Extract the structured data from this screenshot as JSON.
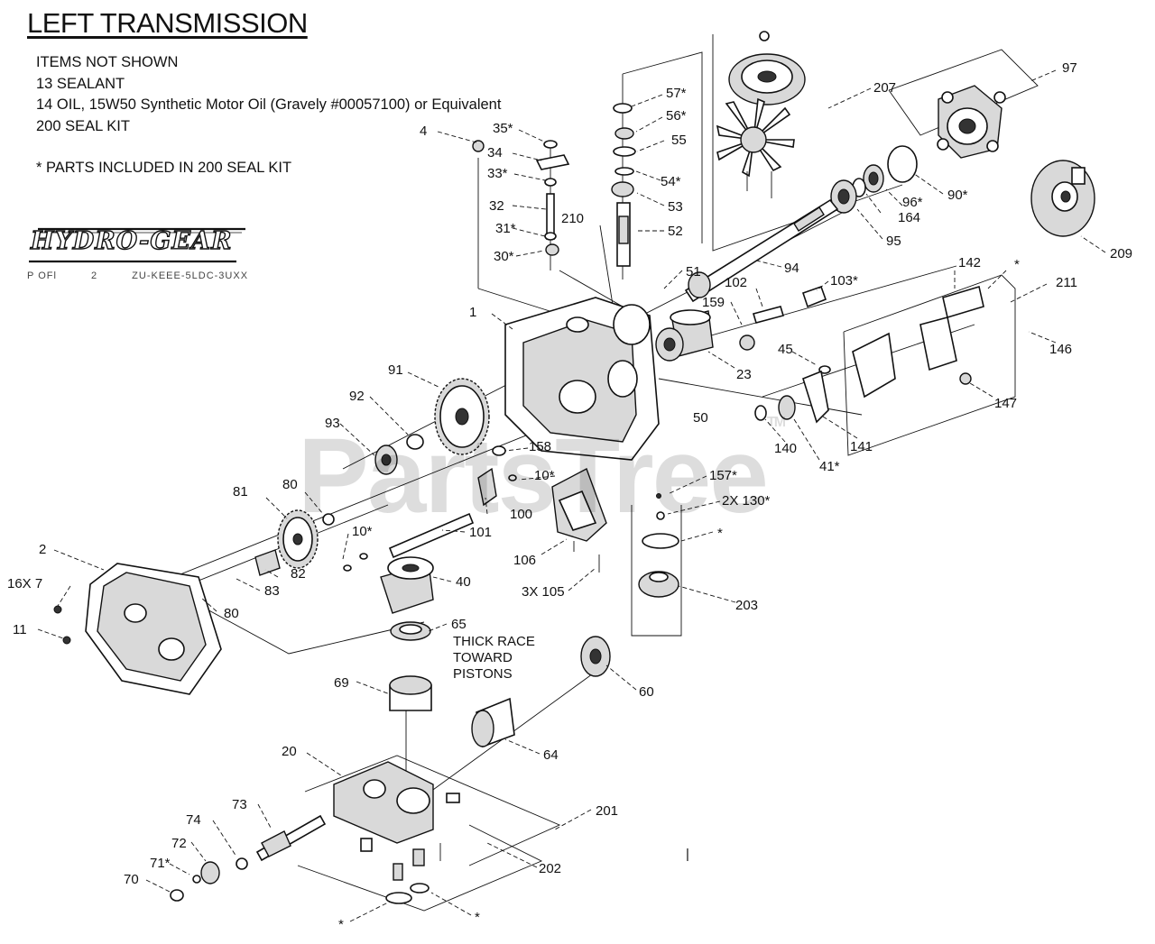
{
  "title": "LEFT TRANSMISSION",
  "items_not_shown": [
    "ITEMS NOT SHOWN",
    "13 SEALANT",
    "14 OIL, 15W50 Synthetic Motor Oil (Gravely #00057100) or Equivalent",
    "200 SEAL KIT"
  ],
  "seal_kit_note": "* PARTS INCLUDED IN 200 SEAL KIT",
  "logo_text": "HYDRO-GEAR",
  "model_code": [
    "P  OFl",
    "2",
    "ZU-KEEE-5LDC-3UXX"
  ],
  "watermark": "PartsTree",
  "watermark_tm": "TM",
  "part_labels": {
    "p4": "4",
    "p35": "35*",
    "p34": "34",
    "p33": "33*",
    "p32": "32",
    "p31": "31*",
    "p30": "30*",
    "p57": "57*",
    "p56": "56*",
    "p55": "55",
    "p54": "54*",
    "p53": "53",
    "p52": "52",
    "p210": "210",
    "p207": "207",
    "p97": "97",
    "p96": "96*",
    "p90": "90*",
    "p164": "164",
    "p95": "95",
    "p209": "209",
    "p94": "94",
    "p51": "51",
    "p102": "102",
    "p103": "103*",
    "p142": "142",
    "p211": "211",
    "pstar1": "*",
    "p146": "146",
    "p159": "159",
    "p1": "1",
    "p45": "45",
    "p23": "23",
    "p91": "91",
    "p92": "92",
    "p93": "93",
    "p50": "50",
    "p147": "147",
    "p141": "141",
    "p140": "140",
    "p41": "41*",
    "p158": "158",
    "p10a": "10*",
    "p157": "157*",
    "p130": "2X 130*",
    "p81": "81",
    "p80a": "80",
    "p100": "100",
    "p10b": "10*",
    "p101": "101",
    "pstar2": "*",
    "p2": "2",
    "p106": "106",
    "p105": "3X 105",
    "p82": "82",
    "p40": "40",
    "p203": "203",
    "p16x7": "16X 7",
    "p83": "83",
    "p80b": "80",
    "p11": "11",
    "p65": "65",
    "p65note1": "THICK RACE",
    "p65note2": "TOWARD",
    "p65note3": "PISTONS",
    "p69": "69",
    "p60": "60",
    "p64": "64",
    "p20": "20",
    "p201": "201",
    "p73": "73",
    "p74": "74",
    "p72": "72",
    "p71": "71*",
    "p70": "70",
    "p202": "202",
    "pstar3": "*",
    "pstar4": "*",
    "pbar": "|"
  }
}
